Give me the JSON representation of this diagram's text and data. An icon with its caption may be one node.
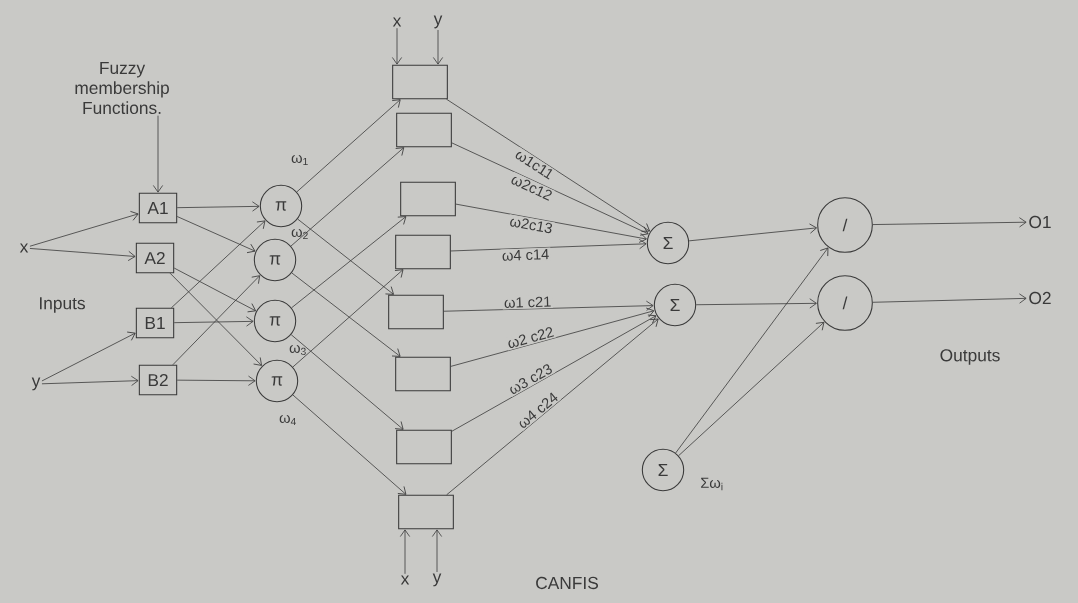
{
  "diagram": {
    "nodes": [
      {
        "text": [
          "Fuzzy membership Functions."
        ]
      },
      {
        "text": [
          "x"
        ]
      },
      {
        "text": [
          "y"
        ]
      },
      {
        "text": [
          "A1"
        ]
      },
      {
        "text": [
          "A2"
        ]
      },
      {
        "text": [
          "B1"
        ]
      },
      {
        "text": [
          "B2"
        ]
      },
      {
        "text": [
          "π"
        ],
        "beside": [
          "ω$_{1}$"
        ]
      },
      {
        "text": [
          "π"
        ],
        "beside": [
          "ω$_{2}$"
        ]
      },
      {
        "text": [
          "π"
        ],
        "beside": [
          "ω$_{3}$"
        ]
      },
      {
        "text": [
          "π"
        ],
        "beside": [
          "ω$_{4}$"
        ]
      },
      {
        "text": [
          "x"
        ]
      },
      {
        "text": [
          "y"
        ]
      },
      {
        "text": [],
        "shape": "box"
      },
      {
        "text": [],
        "shape": "box"
      },
      {
        "text": [],
        "shape": "box"
      },
      {
        "text": [],
        "shape": "box"
      },
      {
        "text": [],
        "shape": "box"
      },
      {
        "text": [],
        "shape": "box"
      },
      {
        "text": [],
        "shape": "box"
      },
      {
        "text": [],
        "shape": "box"
      },
      {
        "text": [
          "x"
        ]
      },
      {
        "text": [
          "y"
        ]
      },
      {
        "text": [
          "Σ"
        ]
      },
      {
        "text": [
          "Σ"
        ]
      },
      {
        "text": [
          "Σ"
        ],
        "beside": [
          "Σω$_{i}$"
        ]
      },
      {
        "text": [
          "/"
        ]
      },
      {
        "text": [
          "/"
        ]
      },
      {
        "text": [
          "O1"
        ]
      },
      {
        "text": [
          "O2"
        ]
      }
    ],
    "edges": [
      {
        "from": 0,
        "to": 3,
        "arrow": "to"
      },
      {
        "from": 1,
        "to": 3,
        "arrow": "to"
      },
      {
        "from": 1,
        "to": 4,
        "arrow": "to"
      },
      {
        "from": 2,
        "to": 5,
        "arrow": "to"
      },
      {
        "from": 2,
        "to": 6,
        "arrow": "to"
      },
      {
        "from": 3,
        "to": 7,
        "arrow": "to"
      },
      {
        "from": 3,
        "to": 8,
        "arrow": "to"
      },
      {
        "from": 4,
        "to": 9,
        "arrow": "to"
      },
      {
        "from": 4,
        "to": 10,
        "arrow": "to"
      },
      {
        "from": 5,
        "to": 7,
        "arrow": "to"
      },
      {
        "from": 5,
        "to": 9,
        "arrow": "to"
      },
      {
        "from": 6,
        "to": 8,
        "arrow": "to"
      },
      {
        "from": 6,
        "to": 10,
        "arrow": "to"
      },
      {
        "from": 7,
        "to": 13,
        "arrow": "to"
      },
      {
        "from": 8,
        "to": 14,
        "arrow": "to"
      },
      {
        "from": 9,
        "to": 15,
        "arrow": "to"
      },
      {
        "from": 10,
        "to": 16,
        "arrow": "to"
      },
      {
        "from": 7,
        "to": 17,
        "arrow": "to"
      },
      {
        "from": 8,
        "to": 18,
        "arrow": "to"
      },
      {
        "from": 9,
        "to": 19,
        "arrow": "to"
      },
      {
        "from": 10,
        "to": 20,
        "arrow": "to"
      },
      {
        "from": 11,
        "to": 13,
        "arrow": "to"
      },
      {
        "from": 12,
        "to": 13,
        "arrow": "to"
      },
      {
        "from": 21,
        "to": 20,
        "arrow": "to"
      },
      {
        "from": 22,
        "to": 20,
        "arrow": "to"
      },
      {
        "from": 13,
        "to": 23,
        "arrow": "to",
        "label": "ω1c11"
      },
      {
        "from": 14,
        "to": 23,
        "arrow": "to",
        "label": "ω2c12"
      },
      {
        "from": 15,
        "to": 23,
        "arrow": "to",
        "label": "ω2c13"
      },
      {
        "from": 16,
        "to": 23,
        "arrow": "to",
        "label": "ω4 c14"
      },
      {
        "from": 17,
        "to": 24,
        "arrow": "to",
        "label": "ω1 c21"
      },
      {
        "from": 18,
        "to": 24,
        "arrow": "to",
        "label": "ω2 c22"
      },
      {
        "from": 19,
        "to": 24,
        "arrow": "to",
        "label": "ω3 c23"
      },
      {
        "from": 20,
        "to": 24,
        "arrow": "to",
        "label": "ω4 c24"
      },
      {
        "from": 23,
        "to": 26,
        "arrow": "to"
      },
      {
        "from": 24,
        "to": 27,
        "arrow": "to"
      },
      {
        "from": 25,
        "to": 26,
        "arrow": "to"
      },
      {
        "from": 25,
        "to": 27,
        "arrow": "to"
      },
      {
        "from": 26,
        "to": 28,
        "arrow": "to"
      },
      {
        "from": 27,
        "to": 29,
        "arrow": "to"
      }
    ],
    "labels": [
      "Inputs",
      "Outputs",
      "CANFIS"
    ]
  }
}
